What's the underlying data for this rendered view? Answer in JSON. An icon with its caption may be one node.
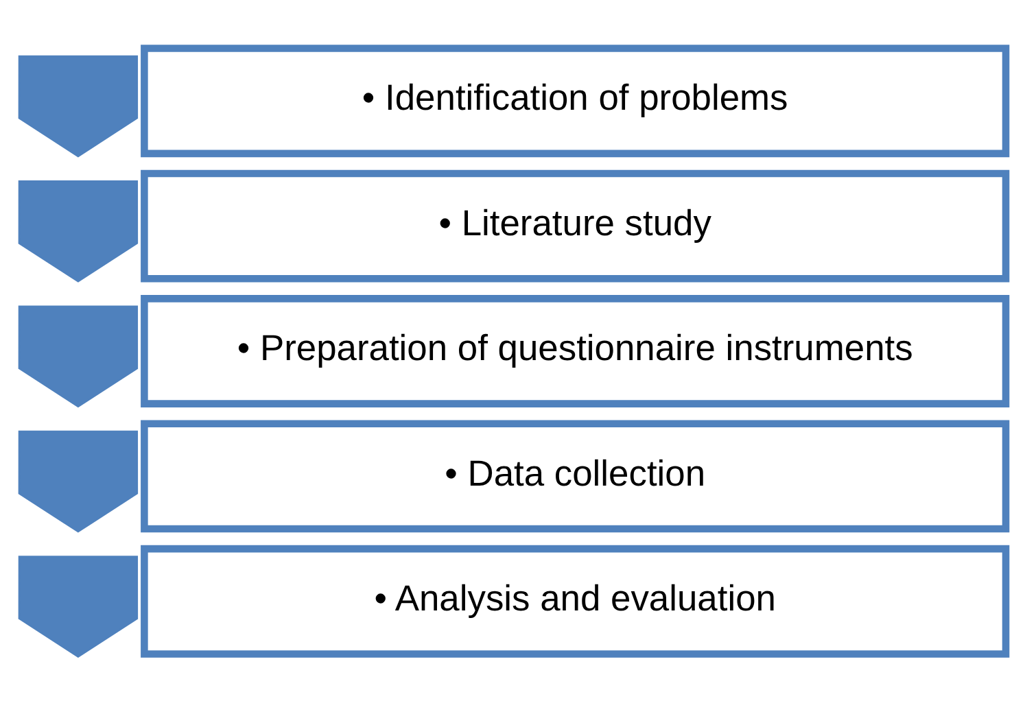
{
  "diagram": {
    "nodes": [
      {
        "text": [],
        "shape": "chevron"
      },
      {
        "text": [
          "• Identification of problems"
        ]
      },
      {
        "text": [],
        "shape": "chevron"
      },
      {
        "text": [
          "• Literature study"
        ]
      },
      {
        "text": [],
        "shape": "chevron"
      },
      {
        "text": [
          "• Preparation of questionnaire instruments"
        ]
      },
      {
        "text": [],
        "shape": "chevron"
      },
      {
        "text": [
          "• Data collection"
        ]
      },
      {
        "text": [],
        "shape": "chevron"
      },
      {
        "text": [
          "• Analysis and evaluation"
        ]
      }
    ]
  }
}
